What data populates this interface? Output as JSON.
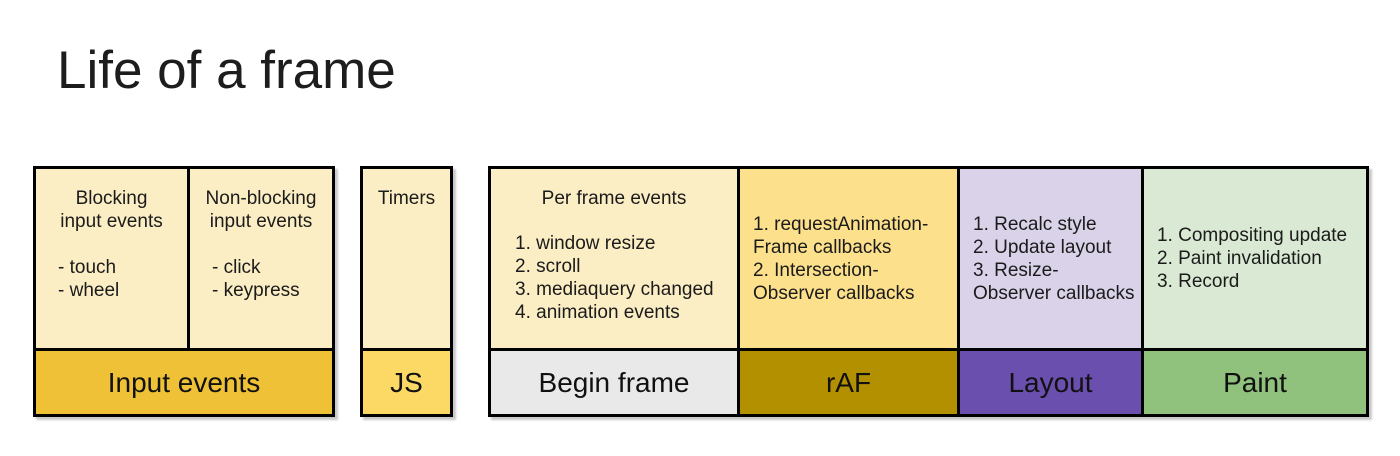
{
  "title": "Life of a frame",
  "colors": {
    "background": "#ffffff",
    "border": "#000000",
    "text": "#1b1b1b",
    "cream": "#fbedc4",
    "raf_top": "#fce08c",
    "layout_top": "#d9d2e9",
    "paint_top": "#dae9d3",
    "input_bar": "#eec136",
    "js_bar": "#fbd964",
    "begin_bar": "#e9e9e9",
    "raf_bar": "#b39000",
    "layout_bar": "#6a4fae",
    "paint_bar": "#90c17d"
  },
  "input": {
    "bar_label": "Input events",
    "blocking": {
      "heading_lines": [
        "Blocking",
        "input events"
      ],
      "items": [
        "- touch",
        "- wheel"
      ]
    },
    "non_blocking": {
      "heading_lines": [
        "Non-blocking",
        "input events"
      ],
      "items": [
        "- click",
        "- keypress"
      ]
    }
  },
  "js": {
    "bar_label": "JS",
    "heading": "Timers"
  },
  "begin_frame": {
    "bar_label": "Begin frame",
    "heading": "Per frame events",
    "items": [
      "1. window resize",
      "2. scroll",
      "3. mediaquery changed",
      "4. animation events"
    ]
  },
  "raf": {
    "bar_label": "rAF",
    "lines": [
      "1. requestAnimation-",
      "Frame callbacks",
      "2. Intersection-",
      "Observer callbacks"
    ]
  },
  "layout": {
    "bar_label": "Layout",
    "lines": [
      "1. Recalc style",
      "2. Update layout",
      "3. Resize-",
      "Observer callbacks"
    ]
  },
  "paint": {
    "bar_label": "Paint",
    "items": [
      "1. Compositing update",
      "2. Paint invalidation",
      "3. Record"
    ]
  }
}
